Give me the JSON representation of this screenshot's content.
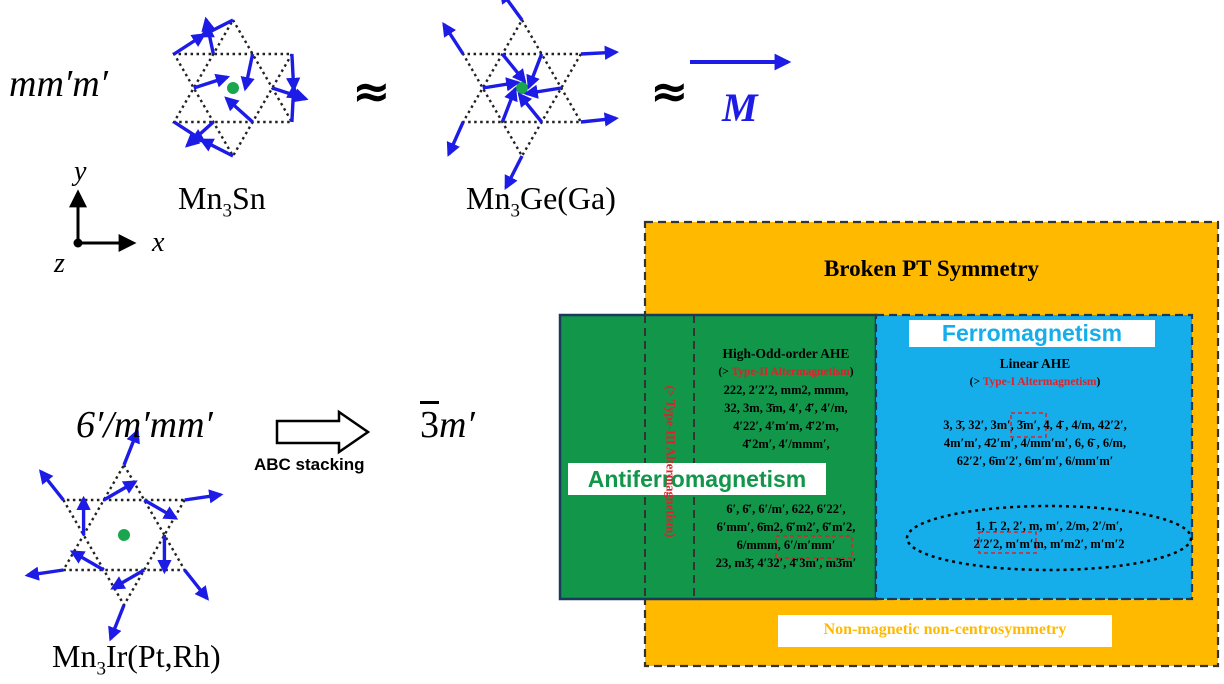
{
  "top_row": {
    "symmetry_label": "mm′m′",
    "approx_1": "≈",
    "approx_2": "≈",
    "moment_label": "M",
    "mn3sn_base": "Mn",
    "mn3sn_sub": "3",
    "mn3sn_rest": "Sn",
    "mn3ge_base": "Mn",
    "mn3ge_sub": "3",
    "mn3ge_rest": "Ge(Ga)"
  },
  "axes": {
    "y": "y",
    "x": "x",
    "z": "z"
  },
  "bottom_left": {
    "symmetry_label": "6′/m′mm′",
    "stacking_label": "ABC stacking",
    "result_bar": "3",
    "result_rest": "m′",
    "mn3ir_base": "Mn",
    "mn3ir_sub": "3",
    "mn3ir_rest": "Ir(Pt,Rh)"
  },
  "venn": {
    "broken_pt": "Broken PT Symmetry",
    "non_magnetic": "Non-magnetic non-centrosymmetry",
    "antiferro": "Antiferromagnetism",
    "ferro": "Ferromagnetism",
    "type3_vertical": "(> Type-III Altermagnetism)",
    "high_odd": {
      "title": "High-Odd-order AHE",
      "sub_prefix": "(> ",
      "sub_red": "Type-II Altermagnetism",
      "sub_suffix": ")",
      "group1": [
        "222, 2′2′2, mm2, mmm,",
        "32, 3m, 3̄m, 4′, 4̄′, 4′/m,",
        "4′22′, 4′m′m, 4̄′2′m,",
        "4̄′2m′, 4′/mmm′,"
      ],
      "group2_line1": "6′, 6̄′, 6′/m′, 622, 6′22′,",
      "group2_line2": "6′mm′, 6̄m2, 6̄′m2′, 6̄′m′2,",
      "group2_line3_prefix": "6/mmm,",
      "group2_line3_boxed": "6′/m′mm′",
      "group2_line4": "23, m3̄, 4′32′, 4̄′3m′, m3̄m′"
    },
    "linear": {
      "title": "Linear AHE",
      "sub_prefix": "(> ",
      "sub_red": "Type-I Altermagnetism",
      "sub_suffix": ")",
      "line1_prefix": "3, 3̄, 32′, 3m′,",
      "line1_boxed": "3̄m′",
      "line1_suffix": ", 4, 4̄ , 4/m, 42′2′,",
      "line2": "4m′m′, 4̄2′m′, 4/mm′m′, 6, 6̄ , 6/m,",
      "line3": "62′2′, 6̄m′2′, 6m′m′, 6/mm′m′"
    },
    "ellipse": {
      "line1": "1, 1̄, 2, 2′, m, m′, 2/m, 2′/m′,",
      "line2_prefix": "2′2′2,",
      "line2_boxed": "m′m′m",
      "line2_suffix": ", m′m2′, m′m′2"
    }
  },
  "colors": {
    "arrow_blue": "#1c1ce6",
    "dot_green": "#1aa54e",
    "orange": "#ffba00",
    "green": "#11964a",
    "cyan": "#16aeea",
    "red": "#e0202a"
  }
}
